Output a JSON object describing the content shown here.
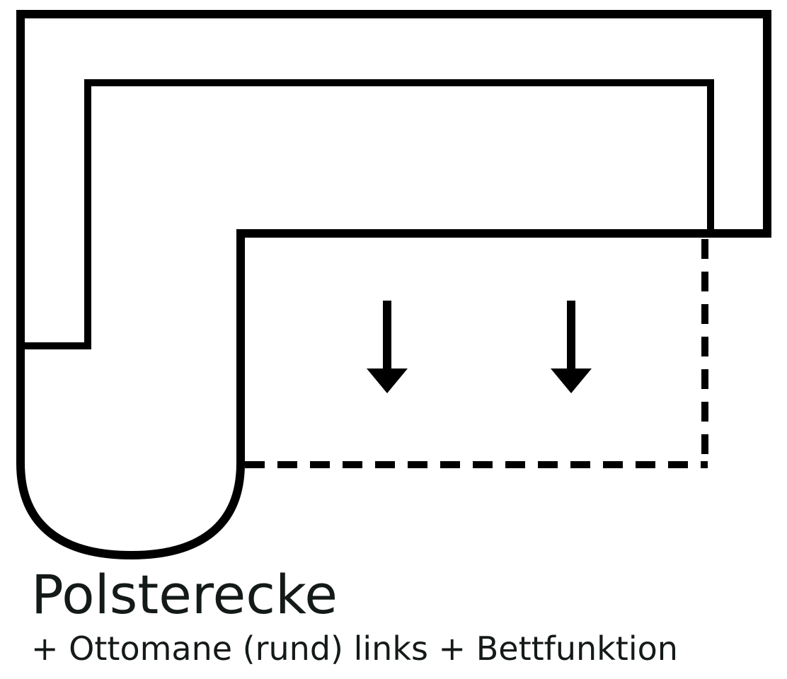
{
  "caption": {
    "title": "Polsterecke",
    "subtitle": "+ Ottomane (rund) links + Bettfunktion"
  },
  "style": {
    "line_color": "#000000",
    "text_color": "#141a17",
    "background": "#ffffff"
  },
  "diagram": {
    "arrow_count": 2,
    "arrow_direction": "down",
    "extension_outline": "dashed",
    "ottomane_side": "left",
    "ottomane_shape": "round"
  }
}
